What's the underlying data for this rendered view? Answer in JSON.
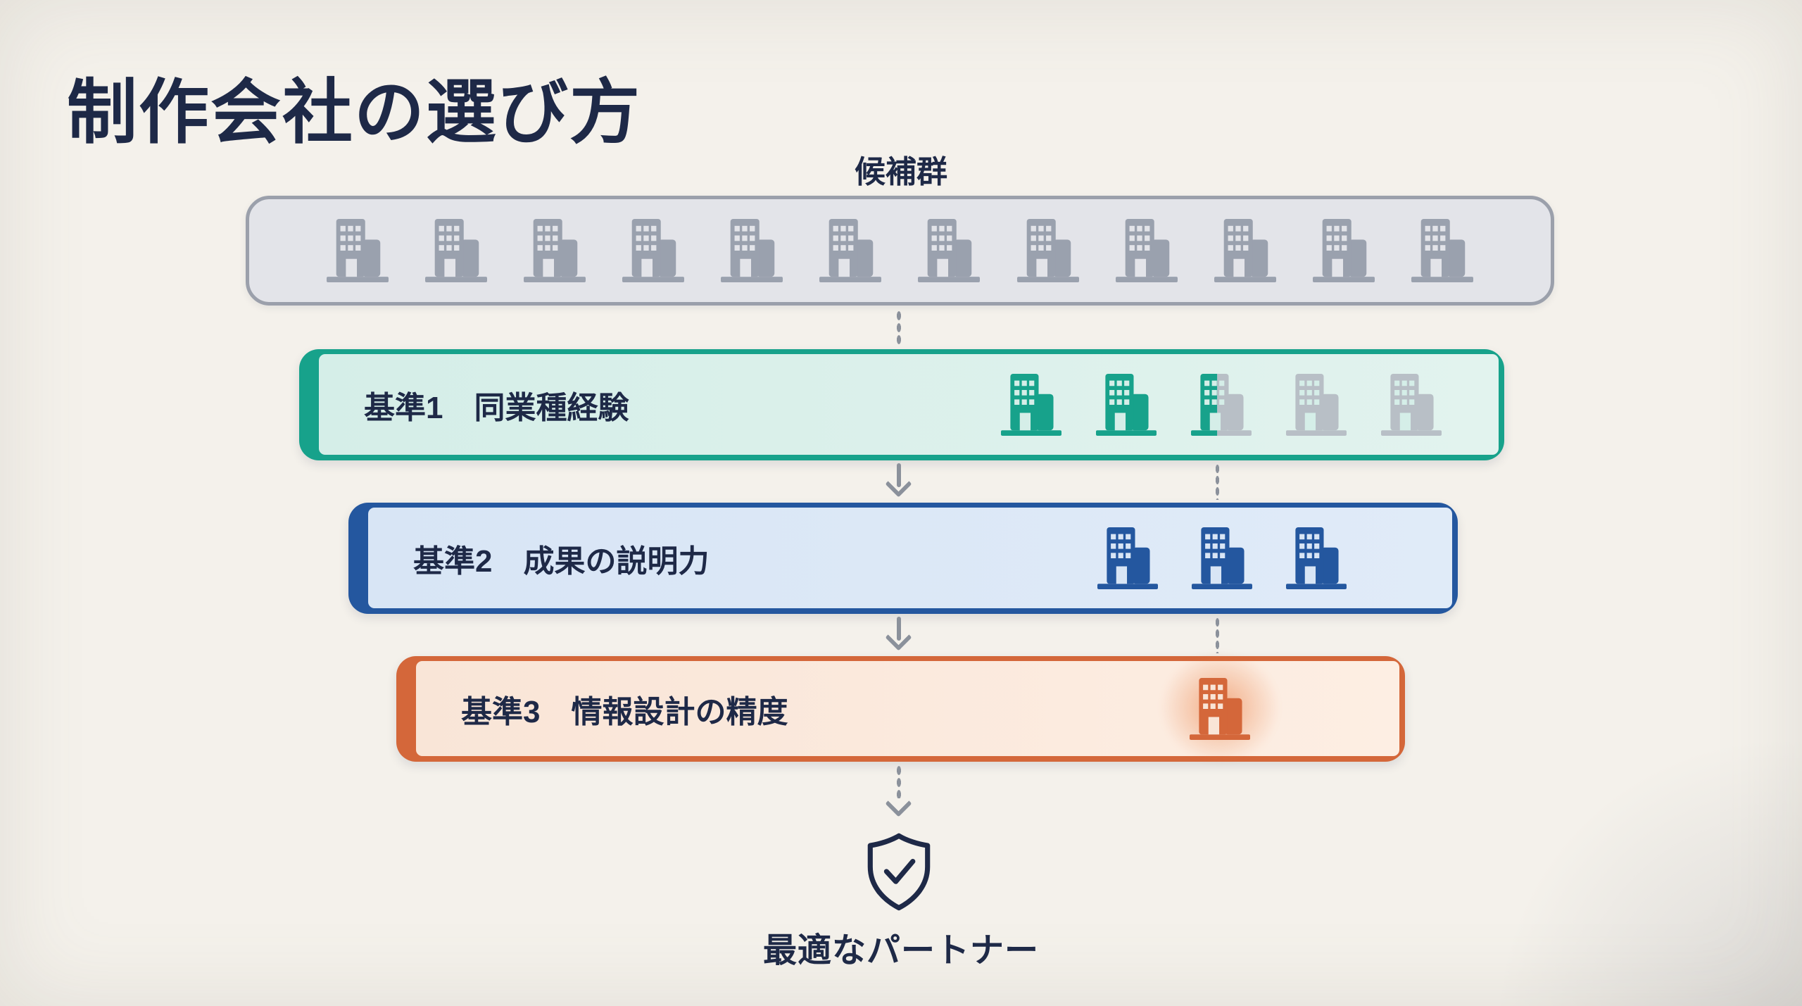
{
  "title": "制作会社の選び方",
  "candidates": {
    "label": "候補群",
    "building_count": 12
  },
  "stages": [
    {
      "id": "基準1",
      "name": "同業種経験",
      "accent": "#17a28b",
      "fill_from": "#d5eee8",
      "fill_to": "#e2f3ee",
      "buildings": [
        "pass",
        "pass",
        "split",
        "fail",
        "fail"
      ]
    },
    {
      "id": "基準2",
      "name": "成果の説明力",
      "accent": "#24579f",
      "fill_from": "#d8e5f5",
      "fill_to": "#e0ebf8",
      "buildings": [
        "pass",
        "pass",
        "pass"
      ]
    },
    {
      "id": "基準3",
      "name": "情報設計の精度",
      "accent": "#d4673a",
      "fill_from": "#f9e5d7",
      "fill_to": "#fdeee3",
      "buildings": [
        "pass-glow"
      ]
    }
  ],
  "result": {
    "label": "最適なパートナー",
    "icon": "shield-check-icon"
  },
  "connectors": {
    "candidates_to_stage1": "dotted",
    "stage1_to_stage2": "solid-arrow",
    "stage2_to_stage3": "solid-arrow",
    "stage3_to_result": "dotted-arrow",
    "winner_track": "dotted"
  },
  "colors": {
    "background": "#f4f1eb",
    "text": "#1e2947",
    "connector": "#8b919b",
    "candidate_box_fill": "#e3e4e9",
    "candidate_box_border": "#9ba0ab",
    "candidate_building": "#9aa1ae",
    "failed_building": "#b8bfc6",
    "stage1_accent": "#17a28b",
    "stage2_accent": "#24579f",
    "stage3_accent": "#d4673a"
  }
}
